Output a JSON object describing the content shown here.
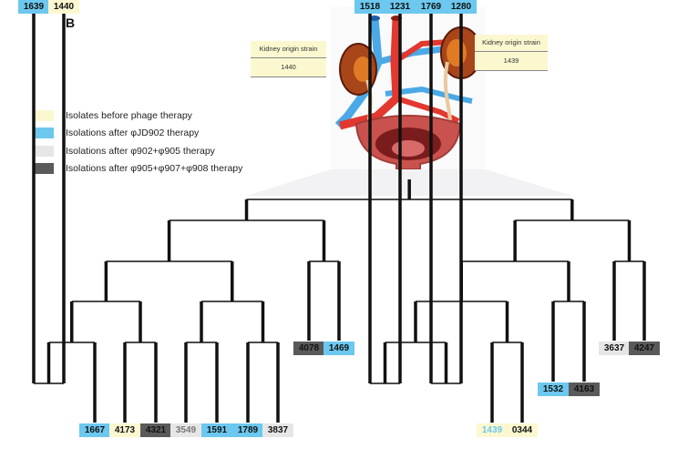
{
  "panel_label": "B",
  "kidney_left": {
    "header": "Kidney origin strain",
    "value": "1440"
  },
  "kidney_right": {
    "header": "Kidney origin strain",
    "value": "1439"
  },
  "illustration": "urinary-tract-illustration",
  "legend": [
    {
      "label": "Isolates before phage therapy",
      "color": "#fbf8d0"
    },
    {
      "label": "Isolations after φJD902 therapy",
      "color": "#6cc8ee"
    },
    {
      "label": "Isolations after φ902+φ905 therapy",
      "color": "#e6e6e6"
    },
    {
      "label": "Isolations after φ905+φ907+φ908 therapy",
      "color": "#5a5a5a"
    }
  ],
  "tree": {
    "leaves": [
      {
        "id": "1639",
        "group": 1
      },
      {
        "id": "1440",
        "group": 0
      },
      {
        "id": "1667",
        "group": 1
      },
      {
        "id": "4173",
        "group": 0
      },
      {
        "id": "4321",
        "group": 3
      },
      {
        "id": "3549",
        "group": 2
      },
      {
        "id": "1591",
        "group": 1
      },
      {
        "id": "1789",
        "group": 1
      },
      {
        "id": "3837",
        "group": 2
      },
      {
        "id": "4078",
        "group": 3
      },
      {
        "id": "1469",
        "group": 1
      },
      {
        "id": "1518",
        "group": 1
      },
      {
        "id": "1231",
        "group": 1
      },
      {
        "id": "1769",
        "group": 1
      },
      {
        "id": "1280",
        "group": 1
      },
      {
        "id": "1439",
        "group": 0,
        "text_color": "#6cc8ee"
      },
      {
        "id": "0344",
        "group": 0
      },
      {
        "id": "1532",
        "group": 1
      },
      {
        "id": "4163",
        "group": 3
      },
      {
        "id": "3637",
        "group": 2
      },
      {
        "id": "4247",
        "group": 3
      }
    ],
    "newick": "((((((1639,1440),1667),(4173,4321)),((3549,1591),(1789,3837))),(4078,1469)),(((((1518,1231),(1769,1280)),(1439,0344)),(1532,4163)),(3637,4247)))"
  }
}
